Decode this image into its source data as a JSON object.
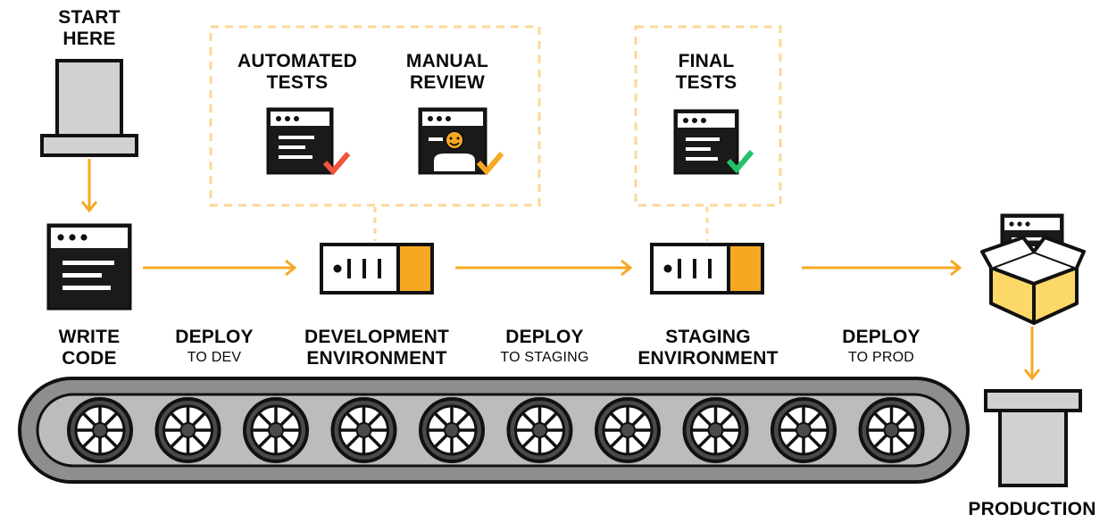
{
  "colors": {
    "accent_orange": "#f7a823",
    "dashed_box": "#fbd897",
    "check_red": "#f0533a",
    "check_orange": "#f7a823",
    "check_green": "#21c26b",
    "belt_gray": "#8e8e8e",
    "panel_gray": "#d1d1d1",
    "box_yellow": "#fcd868"
  },
  "steps": {
    "start": {
      "line1": "START",
      "line2": "HERE"
    },
    "write_code": {
      "line1": "WRITE",
      "line2": "CODE"
    },
    "deploy_dev": {
      "line1": "DEPLOY",
      "line2": "TO DEV"
    },
    "dev_env": {
      "line1": "DEVELOPMENT",
      "line2": "ENVIRONMENT"
    },
    "deploy_staging": {
      "line1": "DEPLOY",
      "line2": "TO STAGING"
    },
    "staging_env": {
      "line1": "STAGING",
      "line2": "ENVIRONMENT"
    },
    "deploy_prod": {
      "line1": "DEPLOY",
      "line2": "TO PROD"
    },
    "production": {
      "line1": "PRODUCTION"
    }
  },
  "tests": {
    "automated": {
      "line1": "AUTOMATED",
      "line2": "TESTS"
    },
    "manual": {
      "line1": "MANUAL",
      "line2": "REVIEW"
    },
    "final": {
      "line1": "FINAL",
      "line2": "TESTS"
    }
  },
  "icons": [
    "hopper-icon",
    "code-window-icon",
    "server-icon",
    "test-window-icon",
    "reviewer-icon",
    "checkmark-icon",
    "open-box-icon",
    "conveyor-wheel-icon",
    "arrow-right-icon",
    "arrow-down-icon"
  ]
}
